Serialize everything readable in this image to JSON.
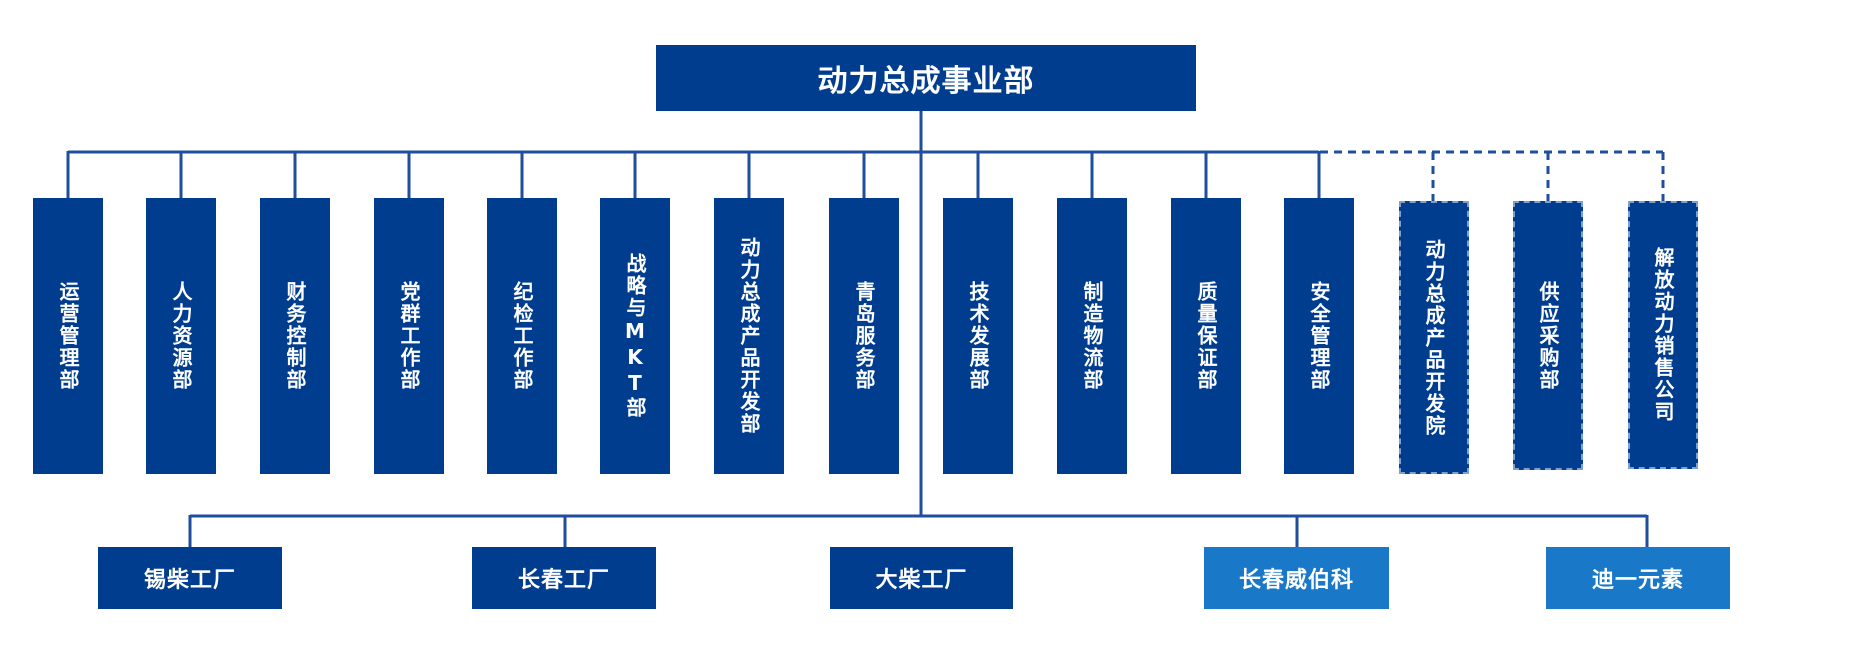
{
  "colors": {
    "dark_box": "#003d8f",
    "light_box": "#1a78c8",
    "line": "#1f4e9c"
  },
  "top": {
    "label": "动力总成事业部"
  },
  "departments": [
    {
      "label": "运营管理部",
      "style": "solid"
    },
    {
      "label": "人力资源部",
      "style": "solid"
    },
    {
      "label": "财务控制部",
      "style": "solid"
    },
    {
      "label": "党群工作部",
      "style": "solid"
    },
    {
      "label": "纪检工作部",
      "style": "solid"
    },
    {
      "label": "战略与MKT部",
      "style": "solid"
    },
    {
      "label": "动力总成产品开发部",
      "style": "solid"
    },
    {
      "label": "青岛服务部",
      "style": "solid"
    },
    {
      "label": "技术发展部",
      "style": "solid"
    },
    {
      "label": "制造物流部",
      "style": "solid"
    },
    {
      "label": "质量保证部",
      "style": "solid"
    },
    {
      "label": "安全管理部",
      "style": "solid"
    },
    {
      "label": "动力总成产品开发院",
      "style": "dashed"
    },
    {
      "label": "供应采购部",
      "style": "dashed"
    },
    {
      "label": "解放动力销售公司",
      "style": "dashed"
    }
  ],
  "factories": [
    {
      "label": "锡柴工厂",
      "style": "dark"
    },
    {
      "label": "长春工厂",
      "style": "dark"
    },
    {
      "label": "大柴工厂",
      "style": "dark"
    },
    {
      "label": "长春威伯科",
      "style": "light"
    },
    {
      "label": "迪一元素",
      "style": "light"
    }
  ]
}
